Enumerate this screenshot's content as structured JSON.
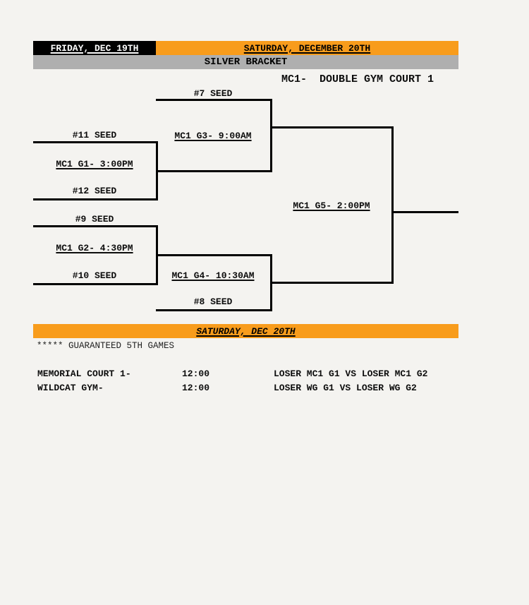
{
  "colors": {
    "orange": "#F89C1C",
    "graybar": "#AFAFAF",
    "bg": "#f4f3f0",
    "ink": "#0d0d0d"
  },
  "header": {
    "friday_label": "FRIDAY, DEC 19TH",
    "saturday_label": "SATURDAY, DECEMBER 20TH",
    "bracket_title": "SILVER BRACKET",
    "court_label": "MC1-  DOUBLE GYM COURT 1"
  },
  "bracket": {
    "seed_7": "#7 SEED",
    "seed_8": "#8 SEED",
    "seed_9": "#9 SEED",
    "seed_10": "#10 SEED",
    "seed_11": "#11 SEED",
    "seed_12": "#12 SEED",
    "game_1": "MC1 G1- 3:00PM",
    "game_2": "MC1 G2- 4:30PM",
    "game_3": "MC1 G3- 9:00AM",
    "game_4": "MC1 G4- 10:30AM",
    "game_5": "MC1 G5- 2:00PM"
  },
  "footer": {
    "saturday_bar": "SATURDAY, DEC 20TH",
    "note": "***** GUARANTEED 5TH GAMES",
    "games": [
      {
        "venue": "MEMORIAL COURT 1-",
        "time": "12:00",
        "matchup": "LOSER MC1 G1 VS LOSER MC1 G2"
      },
      {
        "venue": "WILDCAT GYM-",
        "time": "12:00",
        "matchup": "LOSER WG G1 VS LOSER WG G2"
      }
    ]
  }
}
